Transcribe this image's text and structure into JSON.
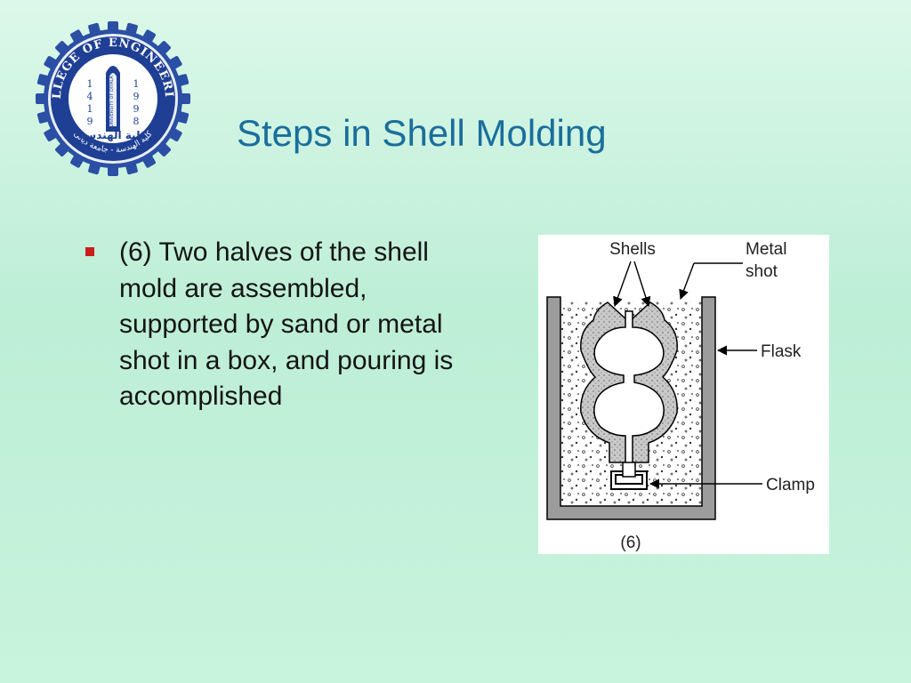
{
  "slide": {
    "title": "Steps in Shell Molding",
    "bullet": "(6) Two halves of the shell mold are assembled, supported by sand or metal shot in a box, and pouring is accomplished"
  },
  "logo": {
    "ring_text": "COLLEGE OF ENGINEERING",
    "bottom_text": "كلية الهندسة - جامعة ديالى",
    "center_text": "كلية الهندسة",
    "tower_text": "UNIVERSITY OF DIYALA",
    "year_left": [
      "1",
      "4",
      "1",
      "9"
    ],
    "year_right": [
      "1",
      "9",
      "9",
      "8"
    ],
    "colors": {
      "blue": "#1e3f94",
      "gear": "#2a4fa4",
      "inner": "#ffffff"
    }
  },
  "figure": {
    "labels": {
      "shells": "Shells",
      "metal_shot_line1": "Metal",
      "metal_shot_line2": "shot",
      "flask": "Flask",
      "clamp": "Clamp",
      "caption": "(6)"
    }
  },
  "colors": {
    "title": "#1a6e9c",
    "bullet_marker": "#cc1d1d",
    "flask": "#9c9c9c",
    "shell": "#c9c9c9"
  }
}
